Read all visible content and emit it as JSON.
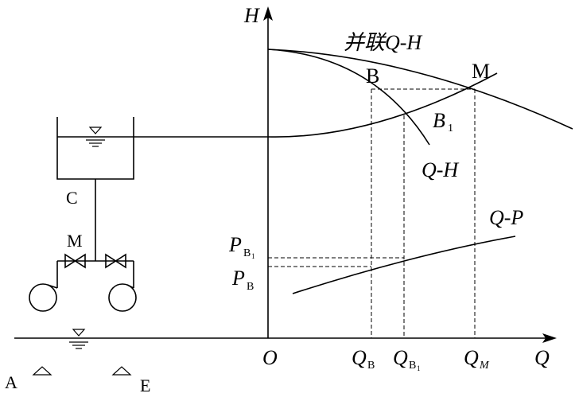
{
  "axes": {
    "vertical": "H",
    "horizontal": "Q",
    "origin": "O"
  },
  "curves": {
    "parallel_qh": "并联Q-H",
    "single_qh": "Q-H",
    "qp": "Q-P"
  },
  "points": {
    "b": "B",
    "b1_main": "B",
    "b1_sub": "1",
    "m": "M"
  },
  "x_ticks": {
    "qb_main": "Q",
    "qb_sub": "B",
    "qb1_main": "Q",
    "qb1_sub": "B",
    "qb1_subsub": "1",
    "qm_main": "Q",
    "qm_sub": "M"
  },
  "y_ticks": {
    "pb1_main": "P",
    "pb1_sub": "B",
    "pb1_subsub": "1",
    "pb_main": "P",
    "pb_sub": "B"
  },
  "schematic": {
    "tank": "C",
    "valve_node": "M",
    "left_mark": "A",
    "right_mark": "E"
  }
}
